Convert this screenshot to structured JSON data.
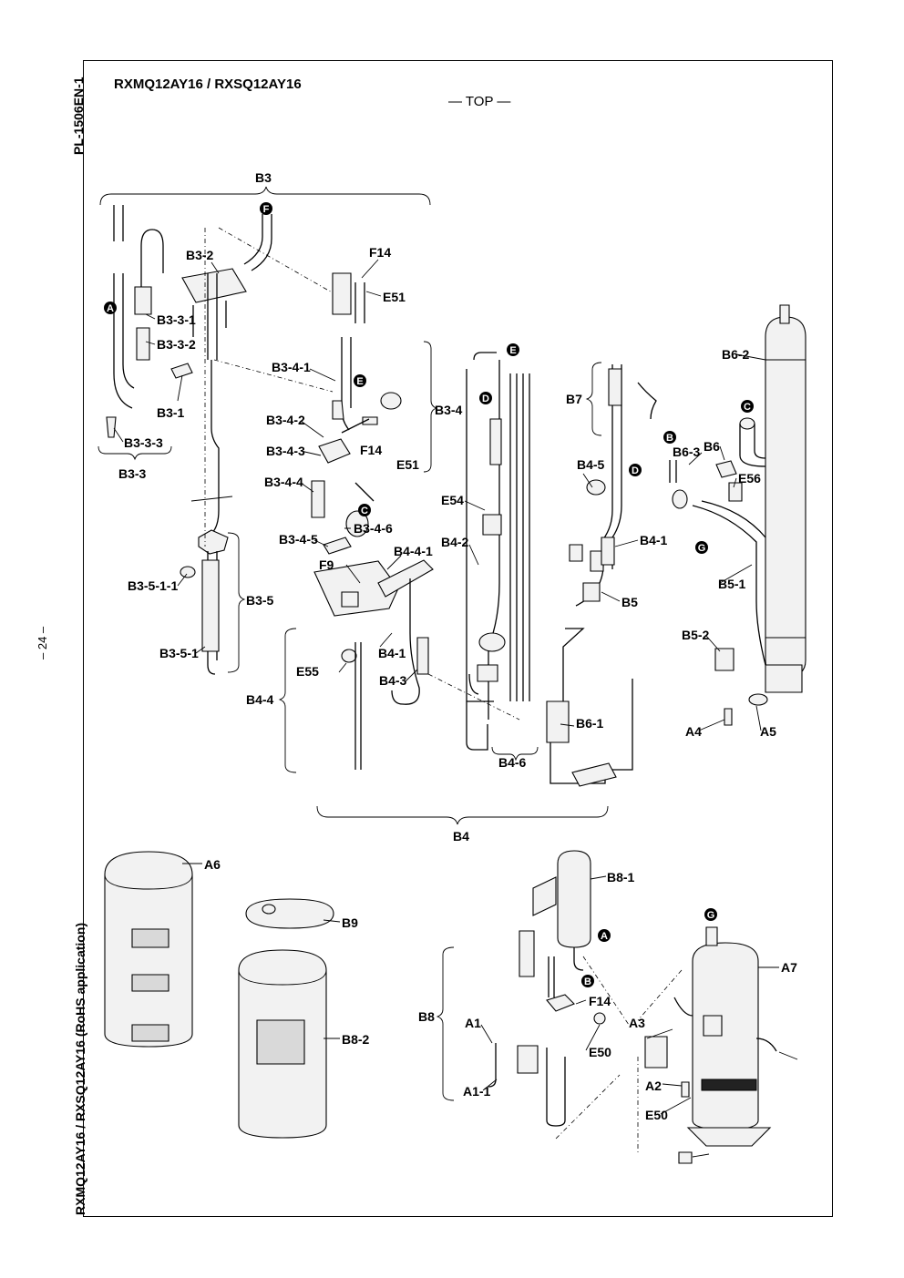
{
  "doc_id": "PL-1506EN-1",
  "page_number": "– 24 –",
  "side_caption": "RXMQ12AY16 / RXSQ12AY16 (RoHS application)",
  "title": "RXMQ12AY16 / RXSQ12AY16",
  "orientation": "— TOP —",
  "markers": [
    "A",
    "B",
    "C",
    "D",
    "E",
    "F",
    "G"
  ],
  "groups": [
    "B3",
    "B3-3",
    "B3-4",
    "B3-5",
    "B4",
    "B4-4",
    "B4-6",
    "B7",
    "B8"
  ],
  "part_labels": [
    "B3-2",
    "B3-3-1",
    "B3-3-2",
    "B3-1",
    "B3-3-3",
    "F14",
    "E51",
    "B3-4-1",
    "B3-4-2",
    "B3-4-3",
    "B3-4-4",
    "B3-4-5",
    "B3-4-6",
    "B3-5-1-1",
    "B3-5-1",
    "F14",
    "E51",
    "F9",
    "B4-4-1",
    "B4-1",
    "E55",
    "B4-3",
    "E54",
    "B4-2",
    "B4-5",
    "B4-1",
    "B5",
    "B6-1",
    "B6-2",
    "B6-3",
    "B6",
    "E56",
    "B5-1",
    "B5-2",
    "A4",
    "A5",
    "A6",
    "B9",
    "B8-2",
    "B8-1",
    "F14",
    "E50",
    "A1",
    "A1-1",
    "A7",
    "A3",
    "A2",
    "E50"
  ]
}
